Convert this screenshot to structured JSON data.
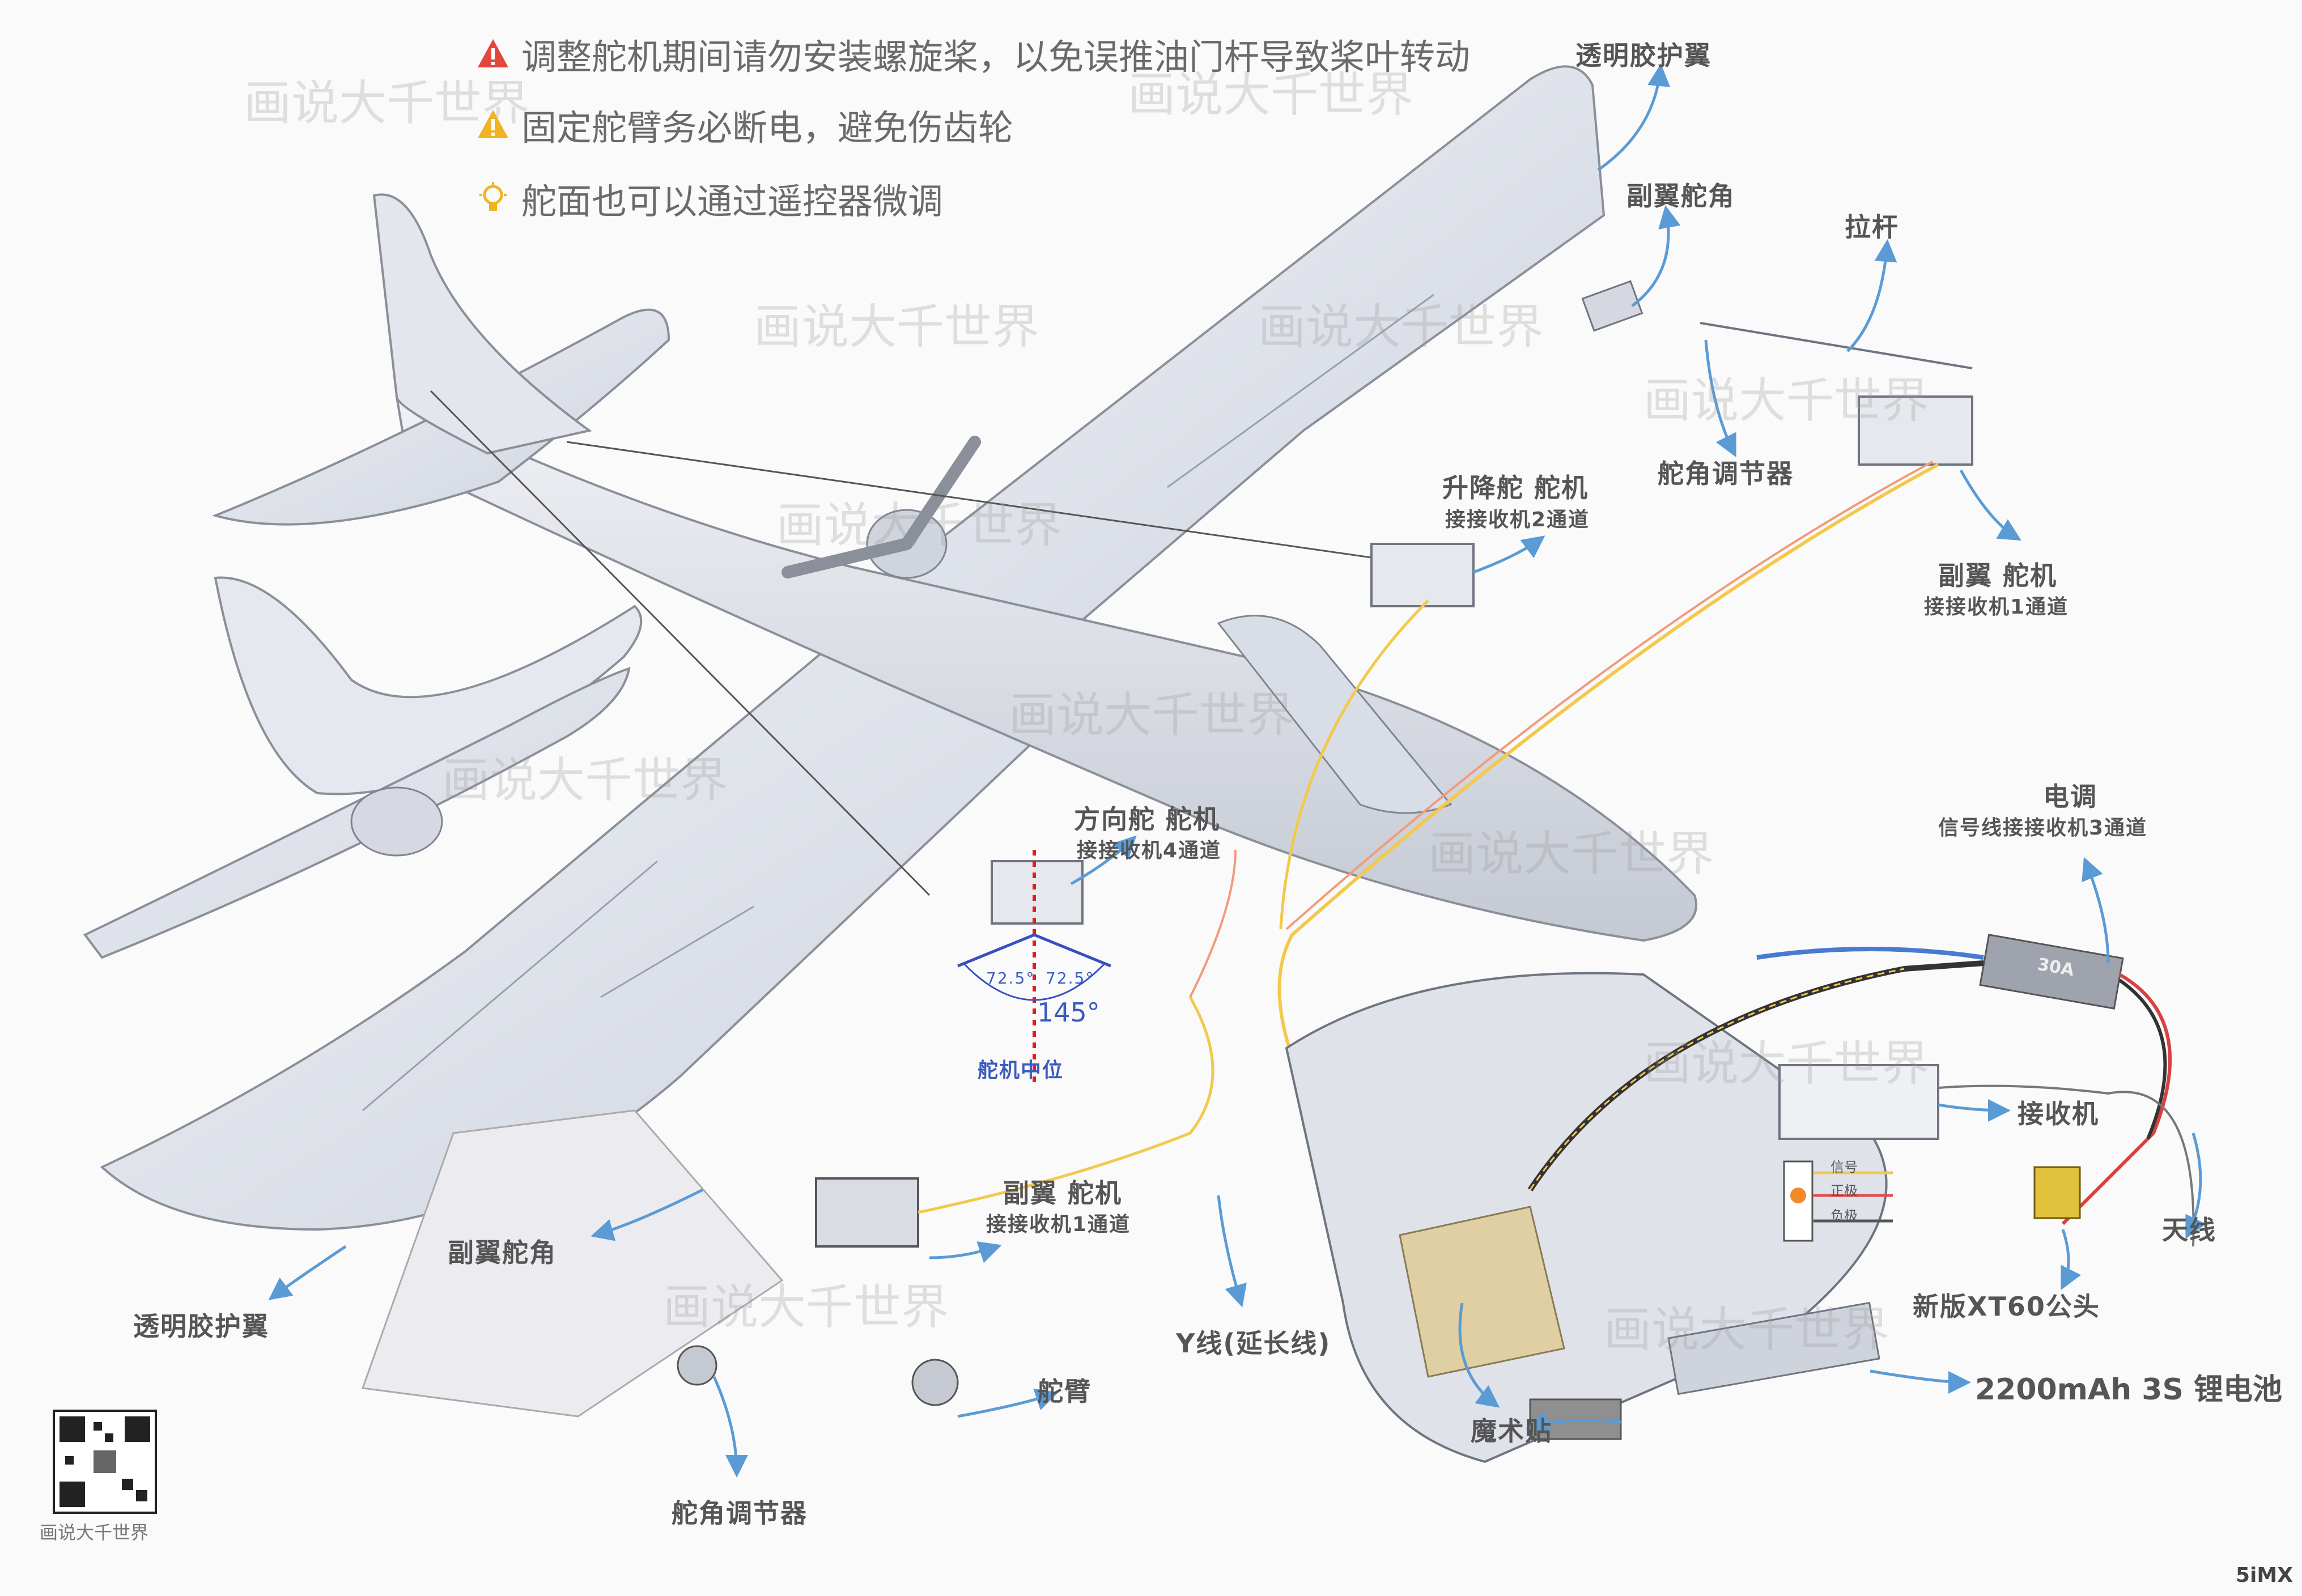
{
  "notices": [
    {
      "icon": "warning-red-icon",
      "text": "调整舵机期间请勿安装螺旋桨，以免误推油门杆导致桨叶转动",
      "color": "#e2473b"
    },
    {
      "icon": "warning-yellow-icon",
      "text": "固定舵臂务必断电，避免伤齿轮",
      "color": "#f0b323"
    },
    {
      "icon": "lightbulb-icon",
      "text": "舵面也可以通过遥控器微调",
      "color": "#f0b323"
    }
  ],
  "labels": {
    "tr_wingtip": "透明胶护翼",
    "tr_aileron_horn": "副翼舵角",
    "tr_pushrod": "拉杆",
    "tr_horn_adjuster": "舵角调节器",
    "tr_aileron_servo": "副翼 舵机",
    "tr_aileron_servo_sub": "接接收机1通道",
    "elevator_servo": "升降舵 舵机",
    "elevator_servo_sub": "接接收机2通道",
    "rudder_servo": "方向舵 舵机",
    "rudder_servo_sub": "接接收机4通道",
    "servo_center": "舵机中位",
    "angle_left": "72.5°",
    "angle_right": "72.5°",
    "angle_total": "145°",
    "esc": "电调",
    "esc_sub": "信号线接接收机3通道",
    "esc_rating": "30A",
    "receiver": "接收机",
    "antenna": "天线",
    "xt60": "新版XT60公头",
    "battery": "2200mAh 3S 锂电池",
    "velcro": "魔术贴",
    "y_cable": "Y线(延长线)",
    "bl_aileron_servo": "副翼 舵机",
    "bl_aileron_servo_sub": "接接收机1通道",
    "bl_aileron_horn": "副翼舵角",
    "bl_wingtip": "透明胶护翼",
    "servo_arm": "舵臂",
    "bl_horn_adjuster": "舵角调节器",
    "wire_signal": "信号",
    "wire_positive": "正极",
    "wire_negative": "负极"
  },
  "watermark_text": "画说大千世界",
  "qr_caption": "画说大千世界",
  "corner_logo": "5iMX",
  "colors": {
    "arrow": "#5b9bd5",
    "angle": "#3a4fbf",
    "centerline": "#e02020"
  }
}
